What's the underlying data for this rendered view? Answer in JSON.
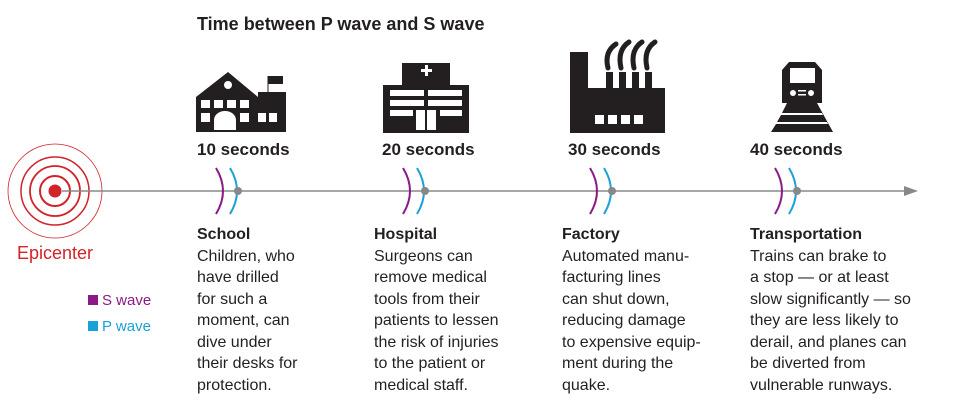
{
  "title": "Time between P wave and S wave",
  "colors": {
    "s_wave": "#8b1a89",
    "p_wave": "#1ba0d8",
    "epicenter": "#d2232a",
    "axis": "#888888"
  },
  "epicenter_label": "Epicenter",
  "legend": [
    {
      "label": "S wave"
    },
    {
      "label": "P wave"
    }
  ],
  "stops": [
    {
      "icon": "school-icon",
      "seconds": "10 seconds",
      "heading": "School",
      "lines": [
        "Children, who",
        "have drilled",
        "for such a",
        "moment, can",
        "dive under",
        "their desks for",
        "protection."
      ]
    },
    {
      "icon": "hospital-icon",
      "seconds": "20 seconds",
      "heading": "Hospital",
      "lines": [
        "Surgeons can",
        "remove medical",
        "tools from their",
        "patients to lessen",
        "the risk of injuries",
        "to the patient or",
        "medical staff."
      ]
    },
    {
      "icon": "factory-icon",
      "seconds": "30 seconds",
      "heading": "Factory",
      "lines": [
        "Automated manu-",
        "facturing lines",
        "can shut down,",
        "reducing damage",
        "to expensive equip-",
        "ment during the",
        "quake."
      ]
    },
    {
      "icon": "train-icon",
      "seconds": "40 seconds",
      "heading": "Transportation",
      "lines": [
        "Trains can brake to",
        "a stop — or at least",
        "slow significantly — so",
        "they are less likely to",
        "derail, and planes can",
        "be diverted from",
        "vulnerable runways."
      ]
    }
  ]
}
